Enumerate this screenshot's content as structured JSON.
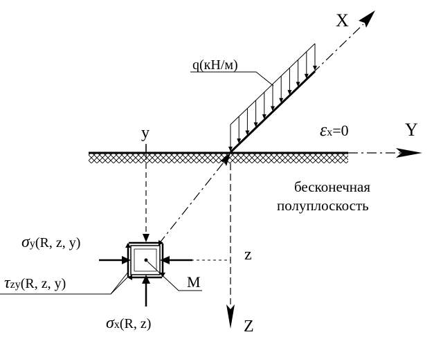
{
  "axes": {
    "x_label": "X",
    "y_label": "Y",
    "z_label": "Z",
    "y_marker": "y",
    "z_marker": "z"
  },
  "load": {
    "label": "q(кН/м)"
  },
  "strain": {
    "symbol": "ε",
    "subscript": "x",
    "rest": "=0"
  },
  "halfspace": {
    "line1": "бесконечная",
    "line2": "полуплоскость"
  },
  "point": {
    "label": "M"
  },
  "stresses": {
    "sigma_y": {
      "symbol": "σ",
      "sub": "y",
      "args": "(R, z, y)"
    },
    "tau_zy": {
      "symbol": "τ",
      "sub": "zy",
      "args": "(R, z, y)"
    },
    "sigma_x": {
      "symbol": "σ",
      "sub": "x",
      "args": "(R, z)"
    }
  }
}
